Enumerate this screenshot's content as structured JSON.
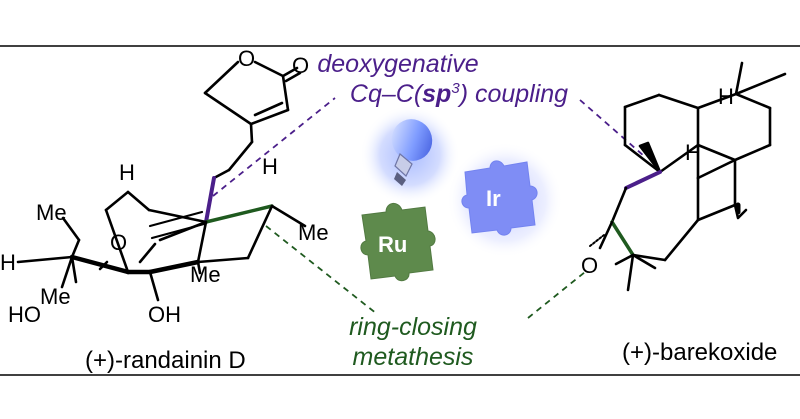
{
  "top_label": {
    "line1": "deoxygenative",
    "line2_a": "Cq–C(",
    "line2_sp": "sp",
    "line2_sup": "3",
    "line2_b": ") coupling"
  },
  "bottom_label": {
    "line1": "ring-closing",
    "line2": "metathesis"
  },
  "puzzle": {
    "ru_label": "Ru",
    "ir_label": "Ir"
  },
  "left_molecule": {
    "name": "(+)-randainin D",
    "atoms": {
      "lactone_o": "O",
      "carbonyl_o": "O",
      "h_top": "H",
      "h_right": "H",
      "me_left": "Me",
      "me_right": "Me",
      "bridge_o": "O",
      "me_center": "Me",
      "h_left": "H",
      "me_bottom": "Me",
      "ho": "HO",
      "oh": "OH"
    }
  },
  "right_molecule": {
    "name": "(+)-barekoxide",
    "atoms": {
      "h_top": "H",
      "h_mid": "H",
      "epoxy_o": "O"
    }
  },
  "colors": {
    "purple": "#4b1f8a",
    "green": "#1f5a1f",
    "ru_piece": "#5e8a4c",
    "ir_piece": "#7f8df5",
    "bulb_glow": "#8aa5ff"
  }
}
